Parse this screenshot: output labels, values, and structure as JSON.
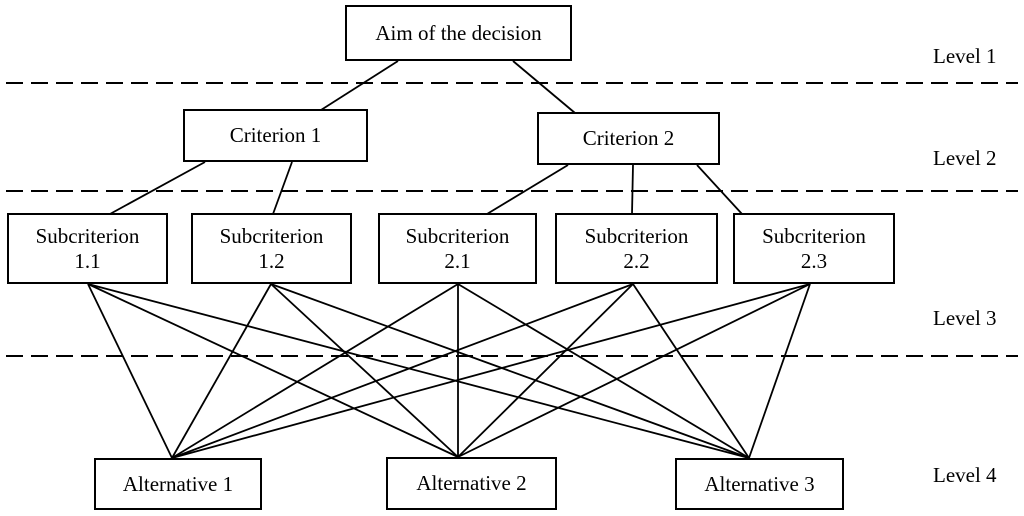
{
  "colors": {
    "ink": "#000000",
    "background": "#ffffff"
  },
  "diagram": {
    "nodes": {
      "aim": {
        "label": "Aim of the decision"
      },
      "criterion1": {
        "label": "Criterion 1"
      },
      "criterion2": {
        "label": "Criterion 2"
      },
      "sub11": {
        "line1": "Subcriterion",
        "line2": "1.1"
      },
      "sub12": {
        "line1": "Subcriterion",
        "line2": "1.2"
      },
      "sub21": {
        "line1": "Subcriterion",
        "line2": "2.1"
      },
      "sub22": {
        "line1": "Subcriterion",
        "line2": "2.2"
      },
      "sub23": {
        "line1": "Subcriterion",
        "line2": "2.3"
      },
      "alt1": {
        "label": "Alternative 1"
      },
      "alt2": {
        "label": "Alternative 2"
      },
      "alt3": {
        "label": "Alternative 3"
      }
    },
    "level_labels": [
      "Level 1",
      "Level 2",
      "Level 3",
      "Level 4"
    ],
    "edges": [
      [
        "aim",
        "criterion1"
      ],
      [
        "aim",
        "criterion2"
      ],
      [
        "criterion1",
        "sub11"
      ],
      [
        "criterion1",
        "sub12"
      ],
      [
        "criterion2",
        "sub21"
      ],
      [
        "criterion2",
        "sub22"
      ],
      [
        "criterion2",
        "sub23"
      ],
      [
        "sub11",
        "alt1"
      ],
      [
        "sub11",
        "alt2"
      ],
      [
        "sub11",
        "alt3"
      ],
      [
        "sub12",
        "alt1"
      ],
      [
        "sub12",
        "alt2"
      ],
      [
        "sub12",
        "alt3"
      ],
      [
        "sub21",
        "alt1"
      ],
      [
        "sub21",
        "alt2"
      ],
      [
        "sub21",
        "alt3"
      ],
      [
        "sub22",
        "alt1"
      ],
      [
        "sub22",
        "alt2"
      ],
      [
        "sub22",
        "alt3"
      ],
      [
        "sub23",
        "alt1"
      ],
      [
        "sub23",
        "alt2"
      ],
      [
        "sub23",
        "alt3"
      ]
    ]
  }
}
